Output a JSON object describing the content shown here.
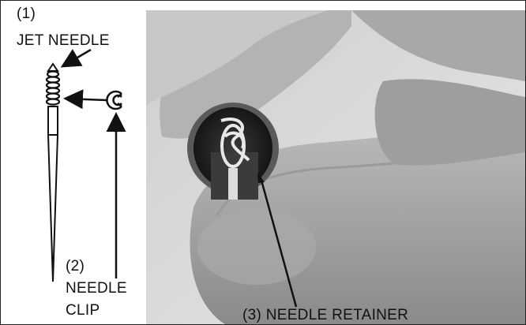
{
  "labels": {
    "jet_needle_number": "(1)",
    "jet_needle_name": "JET NEEDLE",
    "needle_clip_number": "(2)",
    "needle_clip_line1": "NEEDLE",
    "needle_clip_line2": "CLIP",
    "needle_retainer": "(3) NEEDLE RETAINER"
  },
  "colors": {
    "ink": "#111111",
    "photo_background": "#d9d9d9"
  }
}
